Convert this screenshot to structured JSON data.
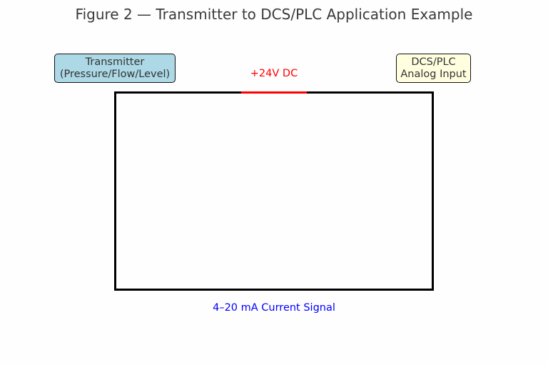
{
  "title": "Figure 2 — Transmitter to DCS/PLC Application Example",
  "transmitter": {
    "line1": "Transmitter",
    "line2": "(Pressure/Flow/Level)",
    "color": "#add8e6"
  },
  "dcs": {
    "line1": "DCS/PLC",
    "line2": "Analog Input",
    "color": "#ffffe0"
  },
  "supply_label": "+24V DC",
  "signal_label": "4–20 mA Current Signal",
  "colors": {
    "supply": "#ff0000",
    "signal": "#0000ff",
    "wire": "#000000"
  }
}
